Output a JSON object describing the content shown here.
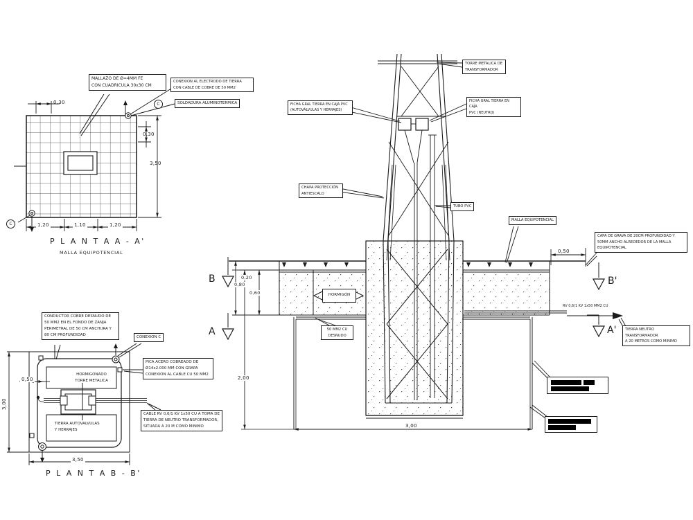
{
  "plan_a": {
    "title": "P L A N T A   A - A'",
    "subtitle": "MALLA EQUIPOTENCIAL",
    "labels": {
      "mallazo": "MALLAZO DE Ø=4MM FE\nCON CUADRICULA 30x30 CM",
      "conexion_electrodo": "CONEXION AL ELECTRODO DE TIERRA\nCON CABLE DE COBRE DE 50 MM2",
      "soldadura": "SOLDADURA ALUMINOTERMICA",
      "connection_symbol": "C"
    },
    "dims": {
      "cell_top": "0,30",
      "cell_right": "0,30",
      "side_total": "3,50",
      "bottom_left": "1,20",
      "bottom_center": "1,10",
      "bottom_right": "1,20"
    }
  },
  "plan_b": {
    "title": "P L A N T A   B - B'",
    "labels": {
      "conductor": "CONDUCTOR COBRE DESNUDO DE\n50 MM2 EN EL FONDO DE ZANJA\nPERIMETRAL DE 50 CM ANCHURA Y\n80 CM PROFUNDIDAD",
      "conexion_c": "CONEXION C",
      "pica": "PICA ACERO COBREADO DE\nØ14x2.000 MM CON GRAPA\nCONEXION AL CABLE CU 50 MM2",
      "cable_rv": "CABLE RV 0,6/1 KV 1x50 CU A TOMA DE\nTIERRA DE NEUTRO TRANSFORMADOR,\nSITUADA A 20 M COMO MINIMO",
      "hormigonado": "HORMIGONADO\nTORRE METALICA",
      "tierra_autovalvulas": "TIERRA AUTOVALVULAS\nY HERRAJES"
    },
    "dims": {
      "offset": "0,50",
      "side": "3,00",
      "bottom": "3,50"
    }
  },
  "section": {
    "labels": {
      "torre": "TORRE METALICA DE\nTRANSFORMADOR",
      "ficha_autovalvulas": "FICHA GRAL TIERRA EN CAJA PVC\n(AUTOVÁLVULAS Y HERRAJES)",
      "ficha_neutro": "FICHA GRAL TIERRA EN CAJA\nPVC (NEUTRO)",
      "chapa": "CHAPA PROTECCIÓN\nANTIESCALO",
      "tubo_pvc": "TUBO PVC",
      "malla": "MALLA EQUIPOTENCIAL",
      "capa_grava": "CAPA DE GRAVA DE 20CM PROFUNDIDAD Y\n50MM ANCHO ALREDEDOR DE LA MALLA\nEQUIPOTENCIAL",
      "hormigon": "HORMIGÓN",
      "cu_desnudo": "50 MM2 CU\nDESNUDO",
      "cable_rv": "RV 0,6/1 KV 1x50 MM2 CU",
      "tierra_neutro": "TIERRA NEUTRO TRANSFORMADOR\nA 20 METROS COMO MINIMO"
    },
    "markers": {
      "b": "B",
      "a": "A",
      "b_prime": "B'",
      "a_prime": "A'"
    },
    "dims": {
      "gravel": "0,20",
      "band": "0,80",
      "slab": "0,60",
      "depth": "2,00",
      "width": "3,00",
      "margin": "0,50"
    }
  },
  "colors": {
    "line": "#1a1a1a",
    "background": "#ffffff"
  }
}
